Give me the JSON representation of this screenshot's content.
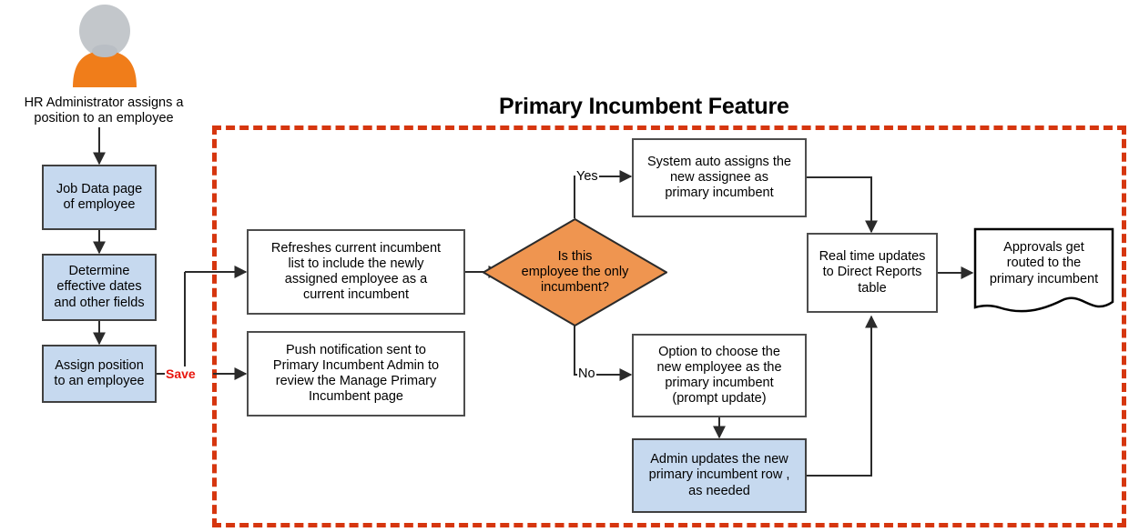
{
  "diagram": {
    "title": "Primary Incumbent Feature",
    "colors": {
      "process_fill": "#ffffff",
      "highlight_fill": "#c6d9ef",
      "decision_fill": "#ef9550",
      "region_border": "#d6360f",
      "save_label": "#e8150d",
      "node_border": "#4d4d4d",
      "avatar_body": "#f07d1a",
      "avatar_head": "#c3c7cb"
    },
    "actor": {
      "icon": "user-avatar-icon",
      "caption": "HR Administrator assigns a\nposition to an employee"
    },
    "nodes": [
      {
        "id": "job-data-page",
        "label": "Job Data page\nof employee",
        "shape": "process",
        "fill": "highlight"
      },
      {
        "id": "determine-dates",
        "label": "Determine\neffective dates\nand other fields",
        "shape": "process",
        "fill": "highlight"
      },
      {
        "id": "assign-position",
        "label": "Assign position\nto an employee",
        "shape": "process",
        "fill": "highlight"
      },
      {
        "id": "refresh-incumbent-list",
        "label": "Refreshes current incumbent\nlist to include the newly\nassigned employee as a\ncurrent incumbent",
        "shape": "process",
        "fill": "white"
      },
      {
        "id": "push-notification",
        "label": "Push notification sent to\nPrimary Incumbent Admin to\nreview the Manage Primary\nIncumbent page",
        "shape": "process",
        "fill": "white"
      },
      {
        "id": "only-incumbent-decision",
        "label": "Is this\nemployee the only\nincumbent?",
        "shape": "decision",
        "fill": "decision"
      },
      {
        "id": "system-auto-assigns",
        "label": "System auto assigns the\nnew assignee as\nprimary incumbent",
        "shape": "process",
        "fill": "white"
      },
      {
        "id": "option-to-choose",
        "label": "Option to choose the\nnew employee as the\nprimary incumbent\n(prompt update)",
        "shape": "process",
        "fill": "white"
      },
      {
        "id": "admin-updates-row",
        "label": "Admin updates the new\nprimary incumbent row ,\nas needed",
        "shape": "process",
        "fill": "highlight"
      },
      {
        "id": "real-time-updates",
        "label": "Real time updates\nto Direct Reports\ntable",
        "shape": "process",
        "fill": "white"
      },
      {
        "id": "approvals-routed",
        "label": "Approvals get\nrouted to the\nprimary incumbent",
        "shape": "document",
        "fill": "white"
      }
    ],
    "edge_labels": {
      "save": "Save",
      "yes": "Yes",
      "no": "No"
    }
  }
}
